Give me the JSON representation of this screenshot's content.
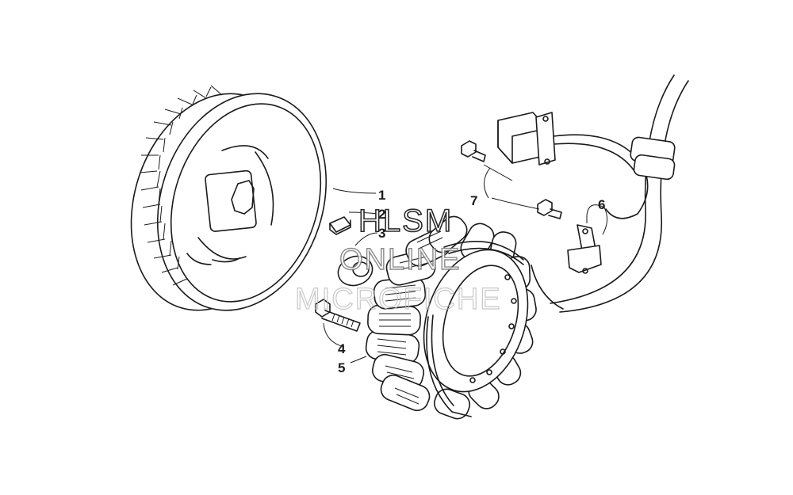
{
  "watermark": {
    "line1": "HLSM",
    "line2": "ONLINE",
    "line3": "MICROFICHE"
  },
  "callouts": [
    {
      "id": "1",
      "label": "1"
    },
    {
      "id": "2",
      "label": "2"
    },
    {
      "id": "3",
      "label": "3"
    },
    {
      "id": "4",
      "label": "4"
    },
    {
      "id": "5",
      "label": "5"
    },
    {
      "id": "6",
      "label": "6"
    },
    {
      "id": "7",
      "label": "7"
    }
  ],
  "parts": {
    "flywheel": "flywheel-icon",
    "key": "woodruff-key-icon",
    "washer": "washer-icon",
    "stator": "stator-icon",
    "stator_bolt": "bolt-icon",
    "clamp": "wire-clamp-icon",
    "connector": "connector-icon",
    "grommet": "grommet-icon",
    "screws": "screw-icon"
  },
  "colors": {
    "line": "#1a1a1a",
    "background": "#ffffff"
  }
}
